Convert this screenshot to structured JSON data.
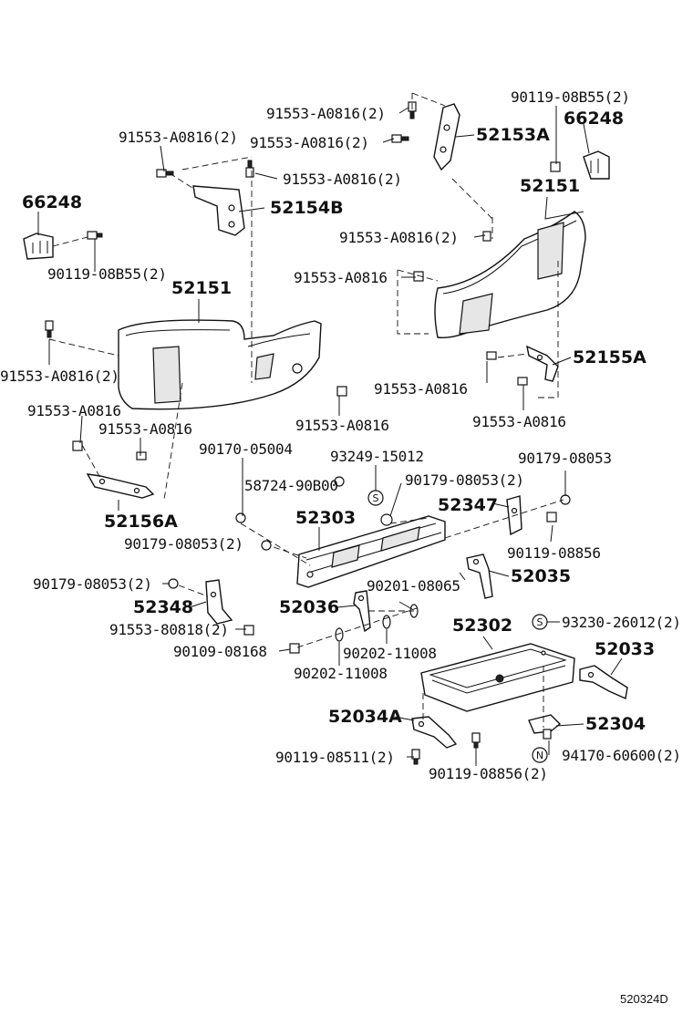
{
  "diagram_id": "520324D",
  "callouts": {
    "c01": "91553-A0816(2)",
    "c02": "90119-08B55(2)",
    "c03": "66248",
    "c04": "52153A",
    "c05": "91553-A0816(2)",
    "c06": "91553-A0816(2)",
    "c07": "91553-A0816(2)",
    "c08": "52151",
    "c09": "66248",
    "c10": "52154B",
    "c11": "91553-A0816(2)",
    "c12": "90119-08B55(2)",
    "c13": "91553-A0816",
    "c14": "52151",
    "c15": "91553-A0816(2)",
    "c16": "52155A",
    "c17": "91553-A0816",
    "c18": "91553-A0816",
    "c19": "91553-A0816",
    "c20": "91553-A0816",
    "c21": "91553-A0816",
    "c22": "90170-05004",
    "c23": "93249-15012",
    "c24": "90179-08053",
    "c25": "58724-90B00",
    "c26": "90179-08053(2)",
    "c27": "52156A",
    "c28": "52303",
    "c29": "52347",
    "c30": "90179-08053(2)",
    "c31": "90119-08856",
    "c32": "90201-08065",
    "c33": "52035",
    "c34": "90179-08053(2)",
    "c35": "52348",
    "c36": "52036",
    "c37": "52302",
    "c38": "93230-26012(2)",
    "c39": "91553-80818(2)",
    "c40": "90109-08168",
    "c41": "90202-11008",
    "c42": "52033",
    "c43": "90202-11008",
    "c44": "52034A",
    "c45": "52304",
    "c46": "90119-08511(2)",
    "c47": "94170-60600(2)",
    "c48": "90119-08856(2)"
  },
  "symbols": {
    "s1": "S",
    "s2": "S",
    "n1": "N"
  }
}
